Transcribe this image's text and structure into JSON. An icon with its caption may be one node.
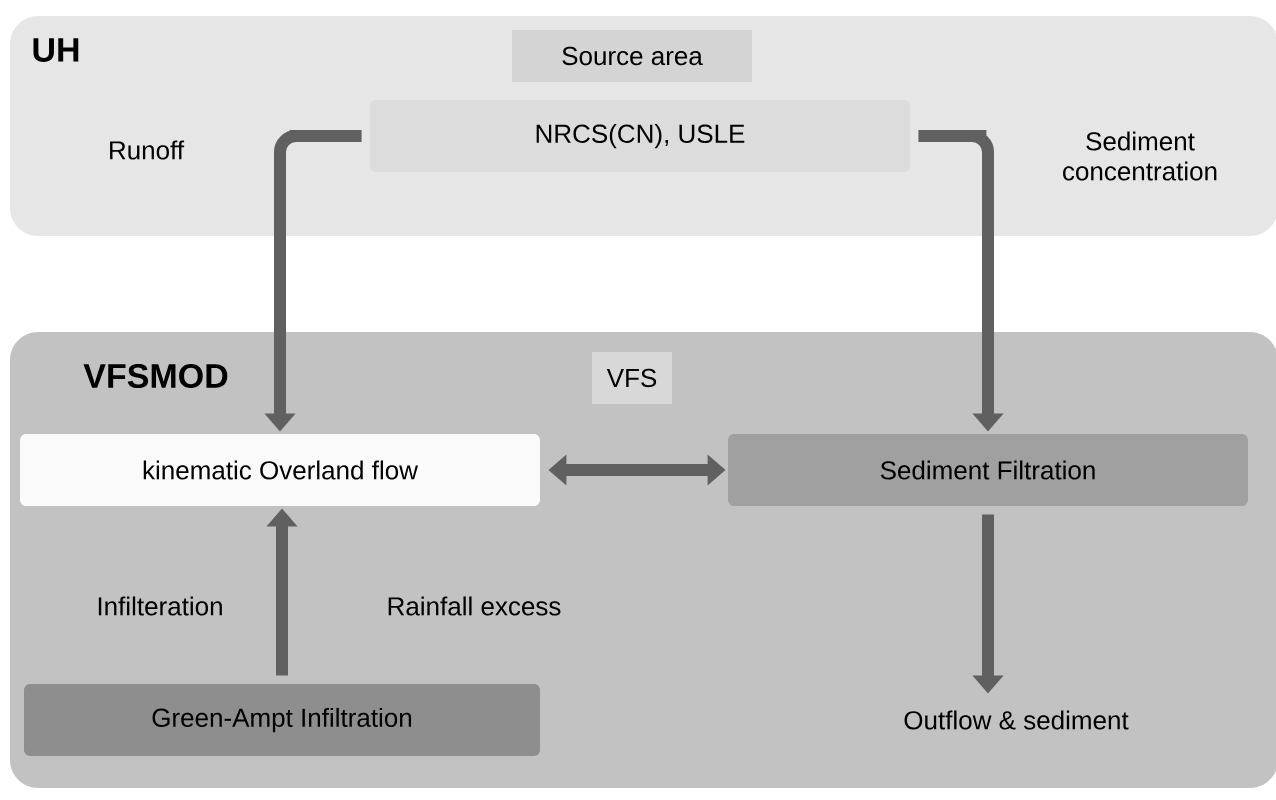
{
  "diagram": {
    "nodes": [
      {
        "text": [
          "UH"
        ]
      },
      {
        "text": [
          "Source area"
        ],
        "in": 0
      },
      {
        "text": [
          "NRCS(CN), USLE"
        ],
        "in": 0
      },
      {
        "text": [
          "VFSMOD"
        ]
      },
      {
        "text": [
          "VFS"
        ],
        "in": 3
      },
      {
        "text": [
          "kinematic Overland flow"
        ],
        "in": 3
      },
      {
        "text": [
          "Sediment Filtration"
        ],
        "in": 3
      },
      {
        "text": [
          "Green-Ampt Infiltration"
        ],
        "in": 3
      },
      {
        "text": [
          "Outflow & sediment"
        ],
        "in": 3
      }
    ],
    "edges": [
      {
        "from": 2,
        "to": 5,
        "arrow": "to"
      },
      {
        "from": 2,
        "to": 6,
        "arrow": "to"
      },
      {
        "from": 5,
        "to": 6,
        "arrow": "both"
      },
      {
        "from": 7,
        "to": 5,
        "arrow": "to"
      },
      {
        "from": 6,
        "to": 8,
        "arrow": "to"
      }
    ],
    "labels": [
      "Runoff",
      "Sediment concentration",
      "Infilteration",
      "Rainfall excess"
    ]
  }
}
